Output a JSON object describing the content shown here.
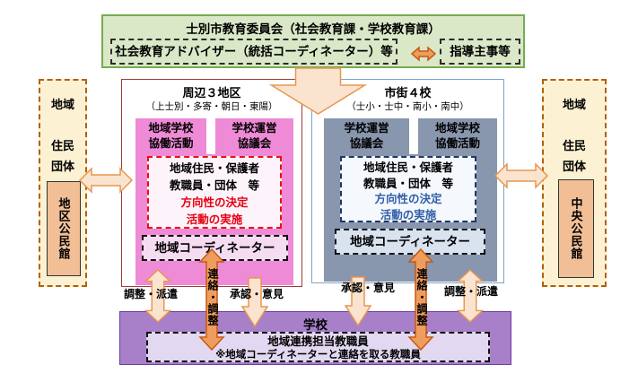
{
  "colors": {
    "board_green": "#DAE8C8",
    "board_border": "#77AB50",
    "cluster_pink": "#EE8AD6",
    "cluster_slate": "#8896AE",
    "region_cream": "#FCF2D3",
    "hall_tan": "#F1BE96",
    "school_purple": "#A780C9",
    "arrow_light": "#FBE4CF",
    "arrow_solid": "#EF9D5E",
    "decision_red": "#E60012",
    "decision_blue": "#2E5FA8"
  },
  "board": {
    "title": "士別市教育委員会（社会教育課・学校教育課）",
    "advisor": "社会教育アドバイザー（統括コーディネーター）等",
    "supervisor": "指導主事等"
  },
  "left_cluster": {
    "title": "周辺３地区",
    "subtitle": "（上士別・多寄・朝日・東陽）",
    "activity_header": "地域学校\n協働活動",
    "council_header": "学校運営\n協議会",
    "members_line1": "地域住民・保護者",
    "members_line2": "教職員・団体　等",
    "decision": "方向性の決定",
    "action": "活動の実施",
    "coordinator": "地域コーディネーター"
  },
  "right_cluster": {
    "title": "市街４校",
    "subtitle": "（士小・士中・南小・南中）",
    "council_header": "学校運営\n協議会",
    "activity_header": "地域学校\n協働活動",
    "members_line1": "地域住民・保護者",
    "members_line2": "教職員・団体　等",
    "decision": "方向性の決定",
    "action": "活動の実施",
    "coordinator": "地域コーディネーター"
  },
  "left_region": {
    "area": "地域",
    "residents": "住民",
    "groups": "団体",
    "hall": "地区公民館"
  },
  "right_region": {
    "area": "地域",
    "residents": "住民",
    "groups": "団体",
    "hall": "中央公民館"
  },
  "school": {
    "title": "学校",
    "staff": "地域連携担当教職員",
    "staff_note": "※地域コーディネーターと連絡を取る教職員"
  },
  "arrow_labels": {
    "adjust_dispatch_left": "調整・派遣",
    "contact_adjust_left": "連絡・調整",
    "approval_opinion_left": "承認・意見",
    "approval_opinion_right": "承認・意見",
    "contact_adjust_right": "連絡・調整",
    "adjust_dispatch_right": "調整・派遣"
  }
}
